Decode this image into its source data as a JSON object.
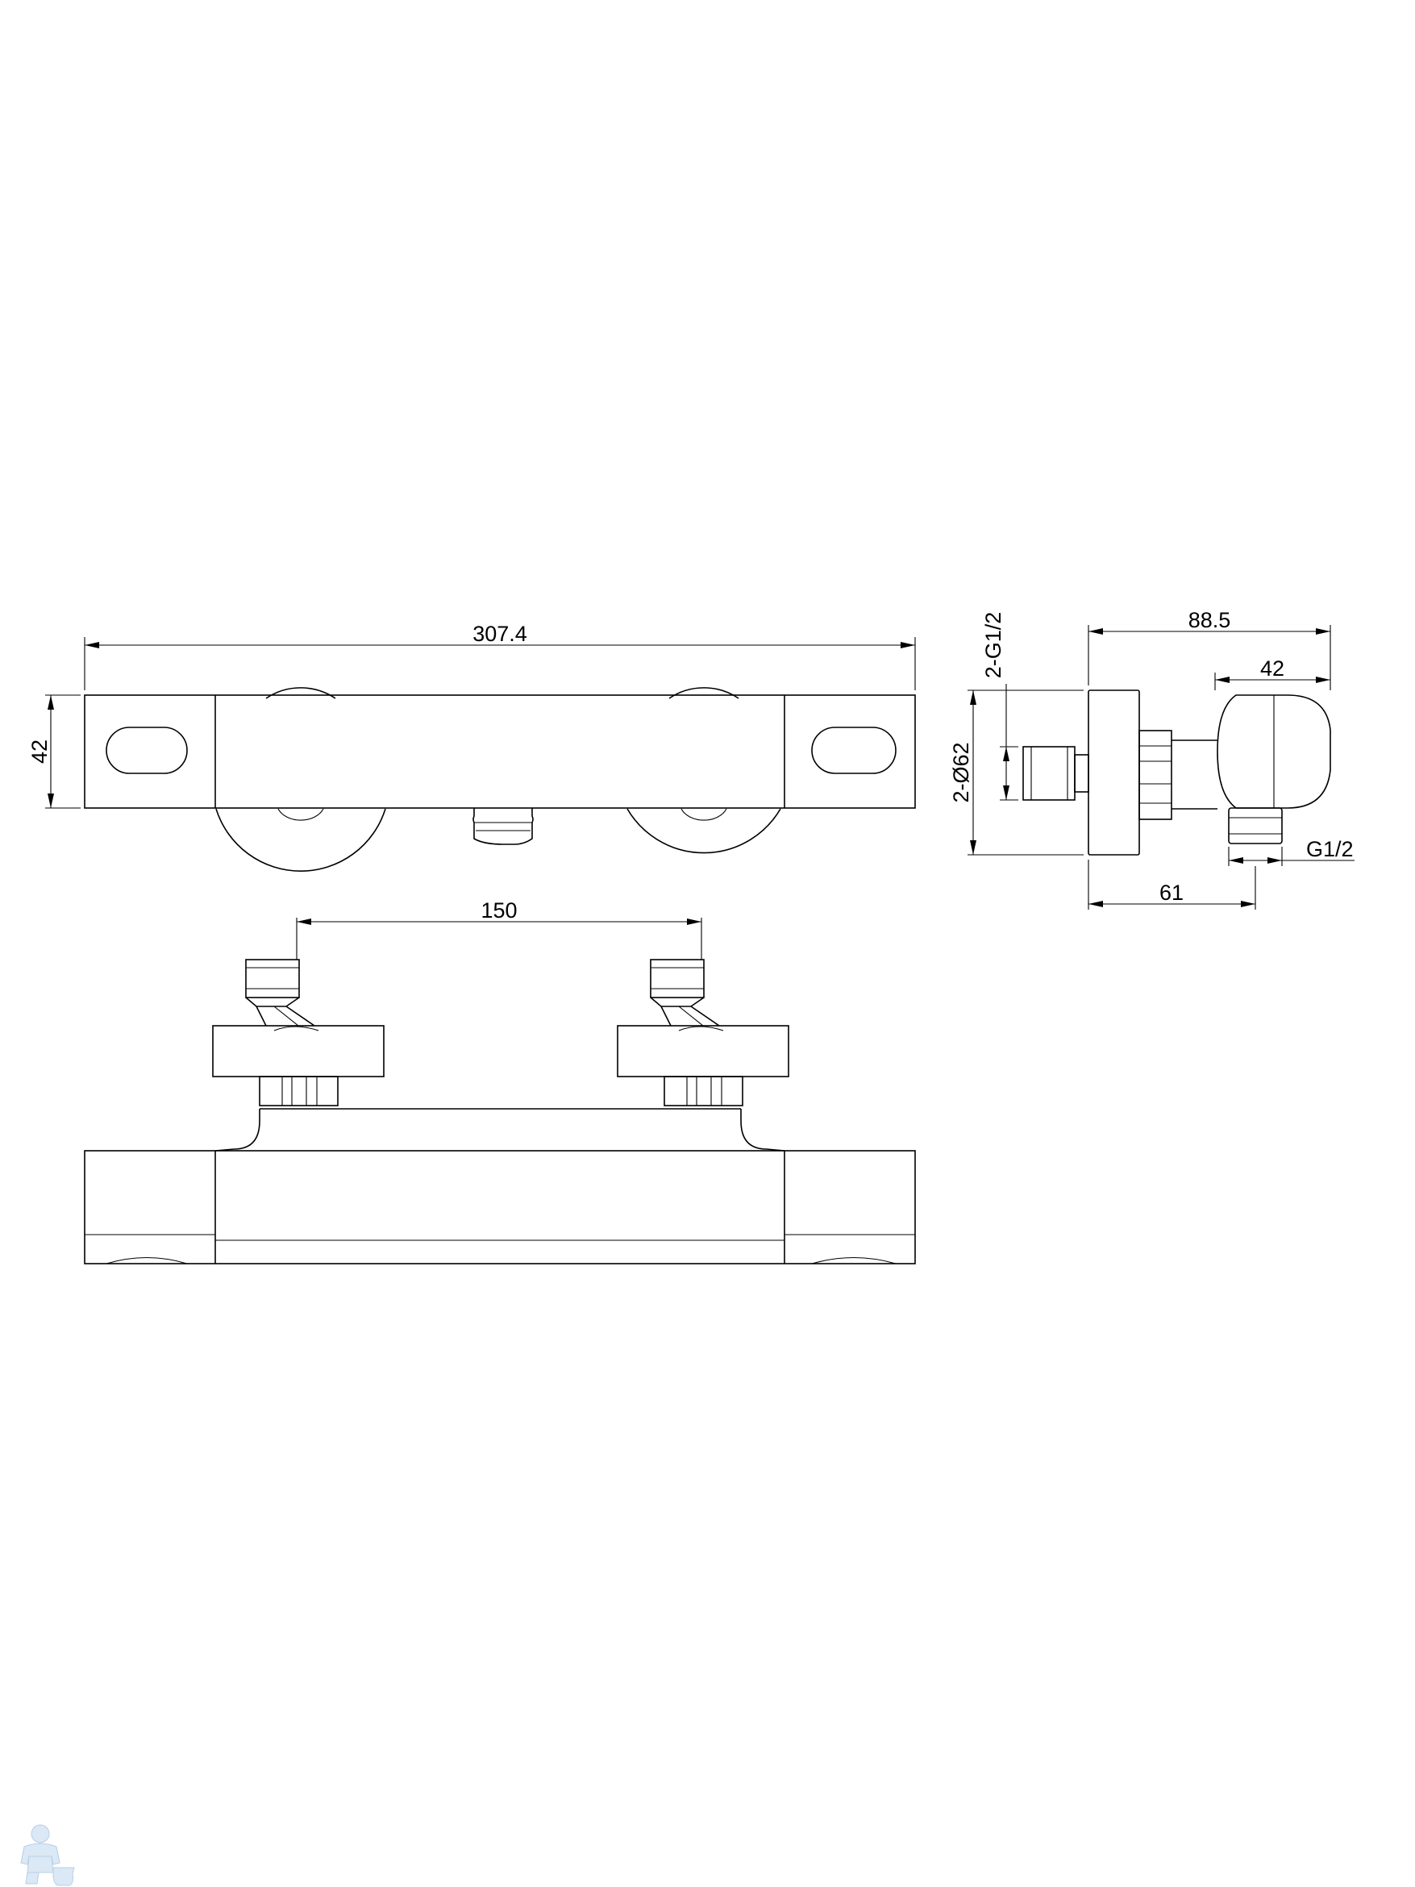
{
  "dimensions": {
    "overall_length": "307.4",
    "front_height": "42",
    "inlet_spacing": "150",
    "side_depth": "88.5",
    "side_body_depth": "42",
    "side_outlet_offset": "61",
    "side_inlet_thread": "2-G1/2",
    "side_flange_dia": "2-Ø62",
    "side_outlet_thread": "G1/2"
  },
  "colors": {
    "line": "#000000",
    "background": "#ffffff",
    "watermark": "#dbe8f5"
  },
  "icons": {
    "watermark": "plumber-figure-icon"
  }
}
